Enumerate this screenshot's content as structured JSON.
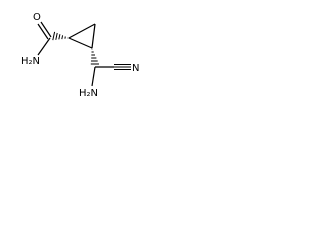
{
  "molecule": {
    "atom_labels": {
      "carbonyl_oxygen": "O",
      "amide_nitrogen": "H₂N",
      "amine_nitrogen": "H₂N",
      "nitrile_nitrogen": "N"
    },
    "colors": {
      "bond": "#000000",
      "label": "#000000",
      "background": "#ffffff"
    }
  }
}
